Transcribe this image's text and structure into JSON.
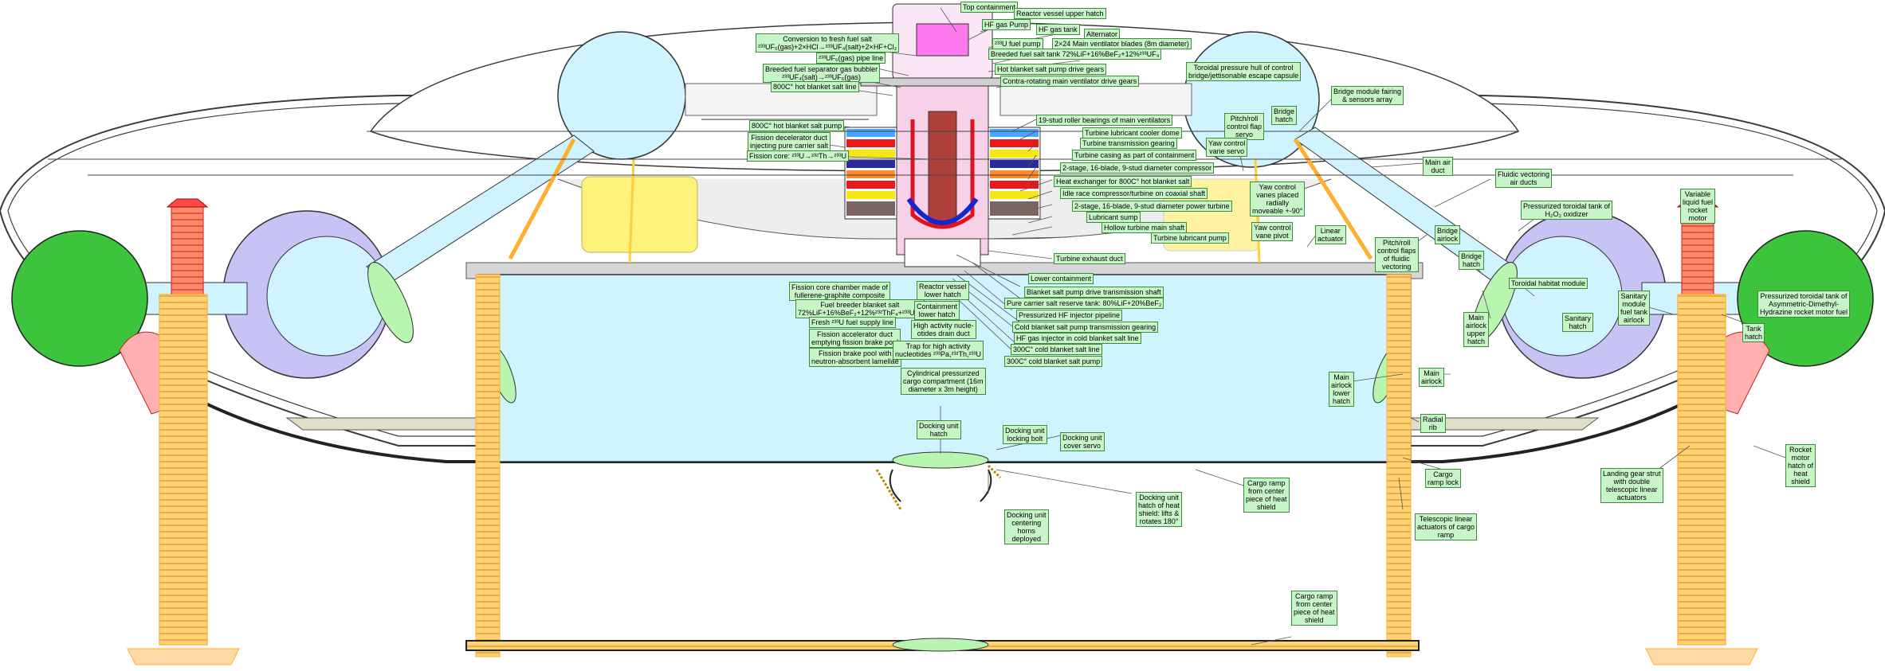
{
  "colors": {
    "containment_fill": "#cfefff",
    "blue_tank": "#c9c3f5",
    "green_tank": "#3cc43c",
    "red_rocket": "#ff4a4a",
    "orange_legs": "#ffae2e",
    "yellow_box": "#fff27a",
    "label_bg": "#c8f5c8",
    "label_border": "#3c8c3c",
    "hull_line": "#4a4a4a"
  },
  "labels": {
    "top_containment": "Top containment",
    "reactor_upper_hatch": "Reactor vessel upper hatch",
    "hf_gas_pump": "HF gas Pump",
    "hf_gas_tank": "HF gas tank",
    "alternator": "Alternator",
    "conversion_fresh_salt": "Conversion to fresh fuel salt\n²³³UF₆(gas)+2×HCl→²³³UF₄(salt)+2×HF+Cl₂",
    "uf6_pipe": "²³³UF₆(gas) pipe line",
    "breeded_separator": "Breeded fuel separator gas bubbler\n²³³UF₄(salt)→²³³UF₆(gas)",
    "hot_blanket_line": "800C° hot blanket salt line",
    "u_fuel_pump": "²³³U fuel pump",
    "main_ventilator_blades": "2×24 Main ventilator blades (8m diameter)",
    "breeded_fuel_tank": "Breeded fuel salt tank 72%LiF+16%BeF₂+12%²³³UF₄",
    "hot_blanket_pump_gears": "Hot blanket salt pump drive gears",
    "contra_rotating_gears": "Contra-rotating main ventilator drive gears",
    "stud_bearings": "19-stud roller bearings of main ventilators",
    "hot_blanket_pump": "800C° hot blanket salt pump",
    "fission_decelerator": "Fission decelerator duct\ninjecting pure carrier salt",
    "fission_core": "Fission core: ²³³U→²³²Th→²³³U",
    "turbine_lubricant_cooler": "Turbine lubricant cooler dome",
    "turbine_transmission_gearing": "Turbine transmission gearing",
    "turbine_casing": "Turbine casing as part of containment",
    "compressor_stage": "2-stage, 16-blade, 9-stud diameter compressor",
    "heat_exchanger": "Heat exchanger for 800C° hot blanket salt",
    "idle_race": "Idle race compressor/turbine on coaxial shaft",
    "power_turbine": "2-stage, 16-blade, 9-stud diameter power turbine",
    "lubricant_sump": "Lubricant sump",
    "hollow_turbine_shaft": "Hollow turbine main shaft",
    "turbine_lubricant_pump": "Turbine lubricant pump",
    "turbine_exhaust": "Turbine exhaust duct",
    "lower_containment": "Lower containment",
    "blanket_drive_shaft": "Blanket salt pump drive transmission shaft",
    "pure_carrier_tank": "Pure carrier salt reserve tank: 80%LiF+20%BeF₂",
    "pressurized_hf_injector": "Pressurized HF injector pipeline",
    "cold_blanket_gearing": "Cold blanket salt pump transmission gearing",
    "hf_gas_injector": "HF gas injector in cold blanket salt line",
    "cold_blanket_line": "300C° cold blanket salt line",
    "cold_blanket_pump": "300C° cold blanket salt pump",
    "fission_core_chamber": "Fission core chamber made of\nfullerene-graphite composite",
    "fuel_breeder_blanket": "Fuel breeder blanket salt\n72%LiF+16%BeF₂+12%²³²ThF₄+²³³UF₄",
    "fresh_fuel_line": "Fresh ²³³U fuel supply line",
    "fission_accelerator": "Fission accelerator duct\nemptying fission brake pool",
    "fission_brake_pool": "Fission brake pool with\nneutron-absorbent lamellae",
    "reactor_lower_hatch": "Reactor vessel\nlower hatch",
    "containment_lower_hatch": "Containment\nlower hatch",
    "nuclides_drain": "High activity nucle-\notides drain duct",
    "trap_nuclides": "Trap for high activity\nnucleotides ²³³Pa,²³²Th,²³³U",
    "cargo_compartment": "Cylindrical pressurized\ncargo compartment (16m\ndiameter x 3m height)",
    "docking_unit_hatch": "Docking unit\nhatch",
    "docking_locking_bolt": "Docking unit\nlocking bolt",
    "docking_cover_servo": "Docking unit\ncover servo",
    "docking_centering_horns": "Docking unit\ncentering\nhorns\ndeployed",
    "docking_hatch_heat_shield": "Docking unit\nhatch of heat\nshield: lifts &\nrotates 180°",
    "cargo_ramp_center": "Cargo ramp\nfrom center\npiece of heat\nshield",
    "cargo_ramp_bottom": "Cargo ramp\nfrom center\npiece of heat\nshield",
    "toroidal_hull": "Toroidal pressure hull of control\nbridge/jettisonable escape capsule",
    "bridge_fairing": "Bridge module fairing\n& sensors array",
    "pitch_roll_servo": "Pitch/roll\ncontrol flap\nservo",
    "bridge_hatch_top": "Bridge\nhatch",
    "yaw_control_servo": "Yaw control\nvane servo",
    "main_air_duct": "Main air\nduct",
    "fluidic_vectoring_ducts": "Fluidic vectoring\nair ducts",
    "yaw_control_vanes": "Yaw control\nvanes placed\nradially\nmoveable +-90°",
    "yaw_control_pivot": "Yaw control\nvane pivot",
    "linear_actuator": "Linear\nactuator",
    "pitch_roll_flaps": "Pitch/roll\ncontrol flaps\nof fluidic\nvectoring",
    "bridge_airlock": "Bridge\nairlock",
    "pressurized_h2o2": "Pressurized toroidal tank of\nH₂O₂ oxidizer",
    "variable_fuel_tank": "Variable\nliquid fuel\nrocket\nmotor",
    "bridge_hatch": "Bridge\nhatch",
    "toroidal_habitat": "Toroidal habitat module",
    "main_airlock_upper": "Main\nairlock\nupper\nhatch",
    "sanitary_hatch": "Sanitary\nhatch",
    "sanitary_module": "Sanitary\nmodule\nfuel tank\nairlock",
    "pressurized_fuel_tank": "Pressurized toroidal tank of\nAsymmetric-Dimethyl-\nHydrazine rocket motor fuel",
    "tank_hatch": "Tank\nhatch",
    "main_airlock": "Main\nairlock",
    "main_airlock_lower": "Main\nairlock\nlower\nhatch",
    "radial_rib": "Radial\nrib",
    "cargo_ramp_lock": "Cargo\nramp lock",
    "telescopic_actuators": "Telescopic linear\nactuators of cargo\nramp",
    "landing_gear": "Landing gear strut\nwith double\ntelescopic linear\nactuators",
    "rocket_motor_hatch": "Rocket\nmotor\nhatch of\nheat\nshield"
  }
}
